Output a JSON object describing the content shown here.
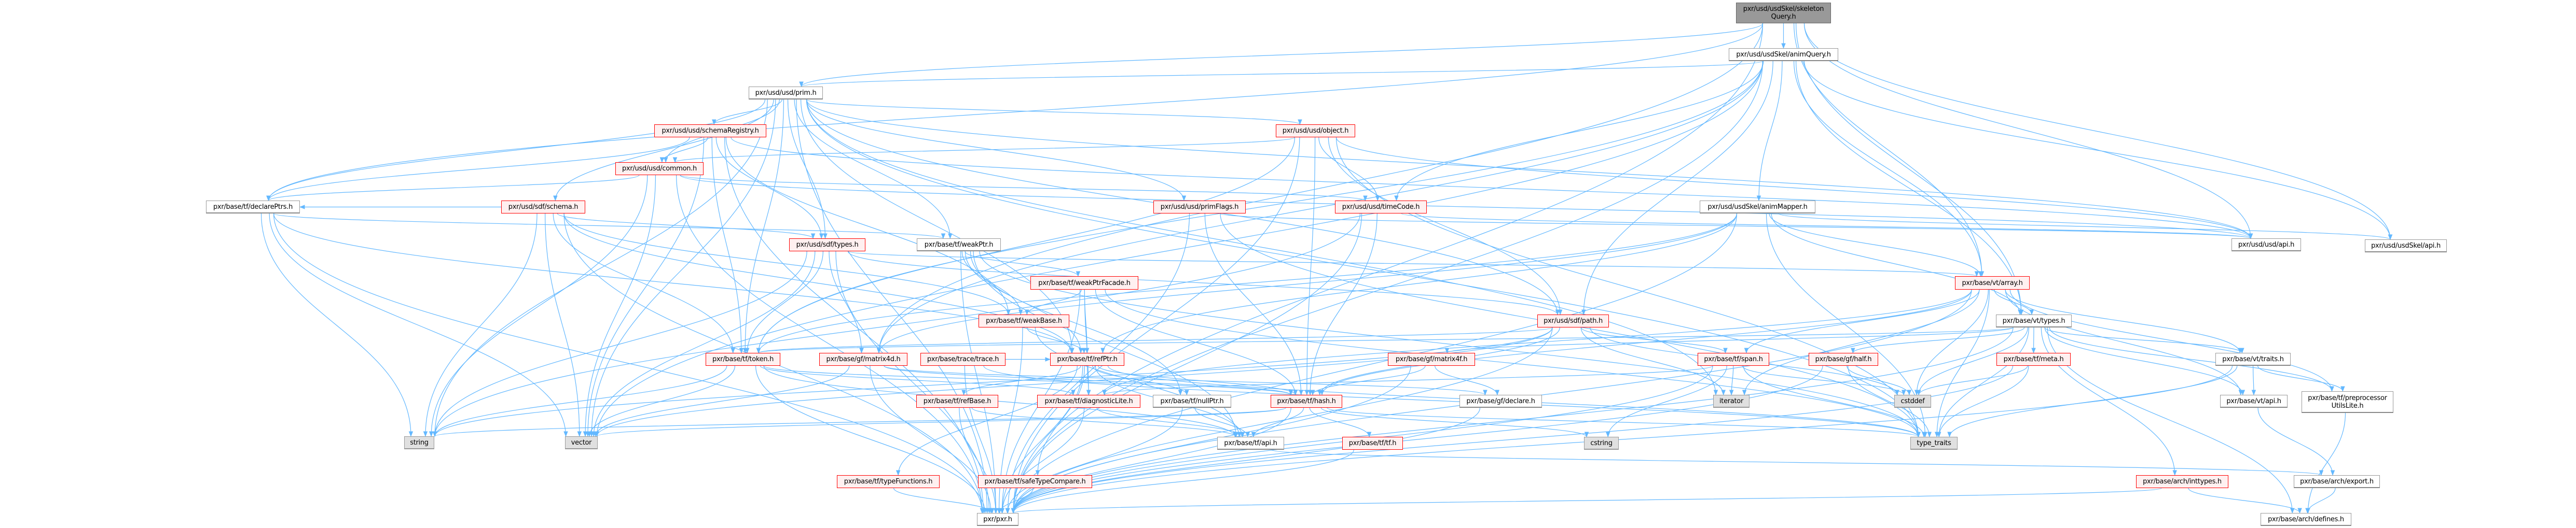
{
  "colors": {
    "edge": "#63b8ff",
    "red_border": "#ff0000",
    "red_fill": "#fff0f0",
    "root_fill": "#999999",
    "system_fill": "#e0e0e0"
  },
  "nodes": {
    "skeletonQuery": {
      "label": "pxr/usd/usdSkel/skeleton\nQuery.h",
      "kind": "root"
    },
    "animQuery": {
      "label": "pxr/usd/usdSkel/animQuery.h",
      "kind": "white"
    },
    "prim": {
      "label": "pxr/usd/usd/prim.h",
      "kind": "white"
    },
    "schemaRegistry": {
      "label": "pxr/usd/usd/schemaRegistry.h",
      "kind": "red"
    },
    "object": {
      "label": "pxr/usd/usd/object.h",
      "kind": "red"
    },
    "common": {
      "label": "pxr/usd/usd/common.h",
      "kind": "red"
    },
    "declarePtrs": {
      "label": "pxr/base/tf/declarePtrs.h",
      "kind": "white"
    },
    "sdfSchema": {
      "label": "pxr/usd/sdf/schema.h",
      "kind": "red"
    },
    "primFlags": {
      "label": "pxr/usd/usd/primFlags.h",
      "kind": "red"
    },
    "timeCode": {
      "label": "pxr/usd/usd/timeCode.h",
      "kind": "red"
    },
    "animMapper": {
      "label": "pxr/usd/usdSkel/animMapper.h",
      "kind": "white"
    },
    "sdfTypes": {
      "label": "pxr/usd/sdf/types.h",
      "kind": "red"
    },
    "weakPtr": {
      "label": "pxr/base/tf/weakPtr.h",
      "kind": "white"
    },
    "usdApi": {
      "label": "pxr/usd/usd/api.h",
      "kind": "white"
    },
    "usdSkelApi": {
      "label": "pxr/usd/usdSkel/api.h",
      "kind": "white"
    },
    "weakPtrFacade": {
      "label": "pxr/base/tf/weakPtrFacade.h",
      "kind": "red"
    },
    "vtArray": {
      "label": "pxr/base/vt/array.h",
      "kind": "red"
    },
    "weakBase": {
      "label": "pxr/base/tf/weakBase.h",
      "kind": "red"
    },
    "sdfPath": {
      "label": "pxr/usd/sdf/path.h",
      "kind": "red"
    },
    "vtTypes": {
      "label": "pxr/base/vt/types.h",
      "kind": "white"
    },
    "token": {
      "label": "pxr/base/tf/token.h",
      "kind": "red"
    },
    "matrix4d": {
      "label": "pxr/base/gf/matrix4d.h",
      "kind": "red"
    },
    "trace": {
      "label": "pxr/base/trace/trace.h",
      "kind": "red"
    },
    "refPtr": {
      "label": "pxr/base/tf/refPtr.h",
      "kind": "red"
    },
    "matrix4f": {
      "label": "pxr/base/gf/matrix4f.h",
      "kind": "red"
    },
    "span": {
      "label": "pxr/base/tf/span.h",
      "kind": "red"
    },
    "half": {
      "label": "pxr/base/gf/half.h",
      "kind": "red"
    },
    "meta": {
      "label": "pxr/base/tf/meta.h",
      "kind": "red"
    },
    "vtTraits": {
      "label": "pxr/base/vt/traits.h",
      "kind": "white"
    },
    "refBase": {
      "label": "pxr/base/tf/refBase.h",
      "kind": "red"
    },
    "diagLite": {
      "label": "pxr/base/tf/diagnosticLite.h",
      "kind": "red"
    },
    "nullPtr": {
      "label": "pxr/base/tf/nullPtr.h",
      "kind": "white"
    },
    "hash": {
      "label": "pxr/base/tf/hash.h",
      "kind": "red"
    },
    "gfDeclare": {
      "label": "pxr/base/gf/declare.h",
      "kind": "white"
    },
    "iterator": {
      "label": "iterator",
      "kind": "sys"
    },
    "cstddef": {
      "label": "cstddef",
      "kind": "sys"
    },
    "vtApi": {
      "label": "pxr/base/vt/api.h",
      "kind": "white"
    },
    "ppUtils": {
      "label": "pxr/base/tf/preprocessor\nUtilsLite.h",
      "kind": "white"
    },
    "string": {
      "label": "string",
      "kind": "sys"
    },
    "vector": {
      "label": "vector",
      "kind": "sys"
    },
    "tfApi": {
      "label": "pxr/base/tf/api.h",
      "kind": "white"
    },
    "tf": {
      "label": "pxr/base/tf/tf.h",
      "kind": "red"
    },
    "cstring": {
      "label": "cstring",
      "kind": "sys"
    },
    "typeTraits": {
      "label": "type_traits",
      "kind": "sys"
    },
    "typeFunctions": {
      "label": "pxr/base/tf/typeFunctions.h",
      "kind": "red"
    },
    "safeTypeCompare": {
      "label": "pxr/base/tf/safeTypeCompare.h",
      "kind": "red"
    },
    "inttypes": {
      "label": "pxr/base/arch/inttypes.h",
      "kind": "red"
    },
    "archExport": {
      "label": "pxr/base/arch/export.h",
      "kind": "white"
    },
    "pxr": {
      "label": "pxr/pxr.h",
      "kind": "white"
    },
    "defines": {
      "label": "pxr/base/arch/defines.h",
      "kind": "white"
    }
  },
  "edges": [
    [
      "skeletonQuery",
      "animQuery"
    ],
    [
      "skeletonQuery",
      "prim"
    ],
    [
      "skeletonQuery",
      "declarePtrs"
    ],
    [
      "skeletonQuery",
      "usdSkelApi"
    ],
    [
      "skeletonQuery",
      "vtArray"
    ],
    [
      "skeletonQuery",
      "vtTypes"
    ],
    [
      "skeletonQuery",
      "matrix4d"
    ],
    [
      "skeletonQuery",
      "pxr"
    ],
    [
      "skeletonQuery",
      "usdApi"
    ],
    [
      "animQuery",
      "prim"
    ],
    [
      "animQuery",
      "animMapper"
    ],
    [
      "animQuery",
      "usdSkelApi"
    ],
    [
      "animQuery",
      "timeCode"
    ],
    [
      "animQuery",
      "matrix4d"
    ],
    [
      "animQuery",
      "vtArray"
    ],
    [
      "animQuery",
      "vtTypes"
    ],
    [
      "animQuery",
      "token"
    ],
    [
      "animQuery",
      "pxr"
    ],
    [
      "animQuery",
      "vector"
    ],
    [
      "animQuery",
      "sdfPath"
    ],
    [
      "prim",
      "schemaRegistry"
    ],
    [
      "prim",
      "common"
    ],
    [
      "prim",
      "object"
    ],
    [
      "prim",
      "primFlags"
    ],
    [
      "prim",
      "sdfSchema"
    ],
    [
      "prim",
      "sdfTypes"
    ],
    [
      "prim",
      "weakPtr"
    ],
    [
      "prim",
      "sdfPath"
    ],
    [
      "prim",
      "token"
    ],
    [
      "prim",
      "refPtr"
    ],
    [
      "prim",
      "usdApi"
    ],
    [
      "prim",
      "declarePtrs"
    ],
    [
      "prim",
      "string"
    ],
    [
      "prim",
      "vector"
    ],
    [
      "prim",
      "pxr"
    ],
    [
      "prim",
      "iterator"
    ],
    [
      "prim",
      "typeTraits"
    ],
    [
      "schemaRegistry",
      "common"
    ],
    [
      "schemaRegistry",
      "usdApi"
    ],
    [
      "schemaRegistry",
      "token"
    ],
    [
      "schemaRegistry",
      "sdfTypes"
    ],
    [
      "schemaRegistry",
      "declarePtrs"
    ],
    [
      "schemaRegistry",
      "pxr"
    ],
    [
      "schemaRegistry",
      "vector"
    ],
    [
      "schemaRegistry",
      "weakBase"
    ],
    [
      "object",
      "common"
    ],
    [
      "object",
      "timeCode"
    ],
    [
      "object",
      "sdfPath"
    ],
    [
      "object",
      "usdApi"
    ],
    [
      "object",
      "hash"
    ],
    [
      "object",
      "typeTraits"
    ],
    [
      "object",
      "pxr"
    ],
    [
      "object",
      "token"
    ],
    [
      "common",
      "declarePtrs"
    ],
    [
      "common",
      "timeCode"
    ],
    [
      "common",
      "usdApi"
    ],
    [
      "common",
      "string"
    ],
    [
      "common",
      "vector"
    ],
    [
      "common",
      "pxr"
    ],
    [
      "declarePtrs",
      "refPtr"
    ],
    [
      "declarePtrs",
      "weakPtr"
    ],
    [
      "declarePtrs",
      "string"
    ],
    [
      "declarePtrs",
      "vector"
    ],
    [
      "declarePtrs",
      "pxr"
    ],
    [
      "sdfSchema",
      "sdfTypes"
    ],
    [
      "sdfSchema",
      "declarePtrs"
    ],
    [
      "sdfSchema",
      "token"
    ],
    [
      "sdfSchema",
      "weakBase"
    ],
    [
      "sdfSchema",
      "string"
    ],
    [
      "sdfSchema",
      "vector"
    ],
    [
      "sdfSchema",
      "pxr"
    ],
    [
      "sdfSchema",
      "refPtr"
    ],
    [
      "primFlags",
      "usdApi"
    ],
    [
      "primFlags",
      "hash"
    ],
    [
      "primFlags",
      "pxr"
    ],
    [
      "primFlags",
      "typeTraits"
    ],
    [
      "timeCode",
      "usdApi"
    ],
    [
      "timeCode",
      "hash"
    ],
    [
      "timeCode",
      "pxr"
    ],
    [
      "timeCode",
      "string"
    ],
    [
      "animMapper",
      "usdSkelApi"
    ],
    [
      "animMapper",
      "vtArray"
    ],
    [
      "animMapper",
      "vtTypes"
    ],
    [
      "animMapper",
      "matrix4d"
    ],
    [
      "animMapper",
      "token"
    ],
    [
      "animMapper",
      "pxr"
    ],
    [
      "animMapper",
      "refPtr"
    ],
    [
      "animMapper",
      "typeTraits"
    ],
    [
      "sdfTypes",
      "token"
    ],
    [
      "sdfTypes",
      "matrix4d"
    ],
    [
      "sdfTypes",
      "sdfPath"
    ],
    [
      "sdfTypes",
      "string"
    ],
    [
      "sdfTypes",
      "vector"
    ],
    [
      "sdfTypes",
      "pxr"
    ],
    [
      "sdfTypes",
      "vtArray"
    ],
    [
      "weakPtr",
      "weakPtrFacade"
    ],
    [
      "weakPtr",
      "weakBase"
    ],
    [
      "weakPtr",
      "refPtr"
    ],
    [
      "weakPtr",
      "nullPtr"
    ],
    [
      "weakPtr",
      "tfApi"
    ],
    [
      "weakPtr",
      "typeTraits"
    ],
    [
      "weakPtr",
      "pxr"
    ],
    [
      "weakPtrFacade",
      "weakBase"
    ],
    [
      "weakPtrFacade",
      "refPtr"
    ],
    [
      "weakPtrFacade",
      "diagLite"
    ],
    [
      "weakPtrFacade",
      "hash"
    ],
    [
      "weakPtrFacade",
      "typeTraits"
    ],
    [
      "weakPtrFacade",
      "pxr"
    ],
    [
      "weakBase",
      "refPtr"
    ],
    [
      "weakBase",
      "tfApi"
    ],
    [
      "weakBase",
      "pxr"
    ],
    [
      "vtArray",
      "vtTypes"
    ],
    [
      "vtArray",
      "vtTraits"
    ],
    [
      "vtArray",
      "vtApi"
    ],
    [
      "vtArray",
      "span"
    ],
    [
      "vtArray",
      "iterator"
    ],
    [
      "vtArray",
      "cstddef"
    ],
    [
      "vtArray",
      "typeTraits"
    ],
    [
      "vtArray",
      "ppUtils"
    ],
    [
      "vtArray",
      "hash"
    ],
    [
      "vtArray",
      "diagLite"
    ],
    [
      "vtArray",
      "pxr"
    ],
    [
      "sdfPath",
      "token"
    ],
    [
      "sdfPath",
      "span"
    ],
    [
      "sdfPath",
      "iterator"
    ],
    [
      "sdfPath",
      "string"
    ],
    [
      "sdfPath",
      "vector"
    ],
    [
      "sdfPath",
      "hash"
    ],
    [
      "sdfPath",
      "pxr"
    ],
    [
      "sdfPath",
      "cstddef"
    ],
    [
      "vtTypes",
      "meta"
    ],
    [
      "vtTypes",
      "vtTraits"
    ],
    [
      "vtTypes",
      "vtApi"
    ],
    [
      "vtTypes",
      "inttypes"
    ],
    [
      "vtTypes",
      "ppUtils"
    ],
    [
      "vtTypes",
      "typeTraits"
    ],
    [
      "vtTypes",
      "cstddef"
    ],
    [
      "vtTypes",
      "defines"
    ],
    [
      "vtTypes",
      "matrix4f"
    ],
    [
      "vtTypes",
      "half"
    ],
    [
      "vtTypes",
      "token"
    ],
    [
      "vtTypes",
      "pxr"
    ],
    [
      "token",
      "string"
    ],
    [
      "token",
      "vector"
    ],
    [
      "token",
      "hash"
    ],
    [
      "token",
      "tfApi"
    ],
    [
      "token",
      "pxr"
    ],
    [
      "token",
      "diagLite"
    ],
    [
      "matrix4d",
      "gfDeclare"
    ],
    [
      "matrix4d",
      "hash"
    ],
    [
      "matrix4d",
      "pxr"
    ],
    [
      "matrix4d",
      "vector"
    ],
    [
      "trace",
      "pxr"
    ],
    [
      "trace",
      "refPtr"
    ],
    [
      "trace",
      "typeTraits"
    ],
    [
      "refPtr",
      "refBase"
    ],
    [
      "refPtr",
      "nullPtr"
    ],
    [
      "refPtr",
      "hash"
    ],
    [
      "refPtr",
      "tfApi"
    ],
    [
      "refPtr",
      "diagLite"
    ],
    [
      "refPtr",
      "typeFunctions"
    ],
    [
      "refPtr",
      "safeTypeCompare"
    ],
    [
      "refPtr",
      "pxr"
    ],
    [
      "refPtr",
      "typeTraits"
    ],
    [
      "matrix4f",
      "hash"
    ],
    [
      "matrix4f",
      "gfDeclare"
    ],
    [
      "matrix4f",
      "pxr"
    ],
    [
      "span",
      "iterator"
    ],
    [
      "span",
      "cstddef"
    ],
    [
      "span",
      "typeTraits"
    ],
    [
      "span",
      "cstring"
    ],
    [
      "span",
      "pxr"
    ],
    [
      "span",
      "diagLite"
    ],
    [
      "half",
      "cstddef"
    ],
    [
      "half",
      "typeTraits"
    ],
    [
      "half",
      "pxr"
    ],
    [
      "meta",
      "typeTraits"
    ],
    [
      "meta",
      "pxr"
    ],
    [
      "meta",
      "cstddef"
    ],
    [
      "vtTraits",
      "vtApi"
    ],
    [
      "vtTraits",
      "ppUtils"
    ],
    [
      "vtTraits",
      "typeTraits"
    ],
    [
      "vtTraits",
      "pxr"
    ],
    [
      "refBase",
      "tfApi"
    ],
    [
      "refBase",
      "pxr"
    ],
    [
      "diagLite",
      "tfApi"
    ],
    [
      "diagLite",
      "pxr"
    ],
    [
      "nullPtr",
      "tfApi"
    ],
    [
      "nullPtr",
      "pxr"
    ],
    [
      "hash",
      "tfApi"
    ],
    [
      "hash",
      "tf"
    ],
    [
      "hash",
      "string"
    ],
    [
      "hash",
      "vector"
    ],
    [
      "hash",
      "pxr"
    ],
    [
      "hash",
      "cstring"
    ],
    [
      "hash",
      "typeTraits"
    ],
    [
      "gfDeclare",
      "pxr"
    ],
    [
      "vtApi",
      "archExport"
    ],
    [
      "ppUtils",
      "defines"
    ],
    [
      "tf",
      "pxr"
    ],
    [
      "tfApi",
      "archExport"
    ],
    [
      "typeFunctions",
      "pxr"
    ],
    [
      "safeTypeCompare",
      "pxr"
    ],
    [
      "inttypes",
      "defines"
    ],
    [
      "inttypes",
      "pxr"
    ],
    [
      "archExport",
      "defines"
    ]
  ]
}
